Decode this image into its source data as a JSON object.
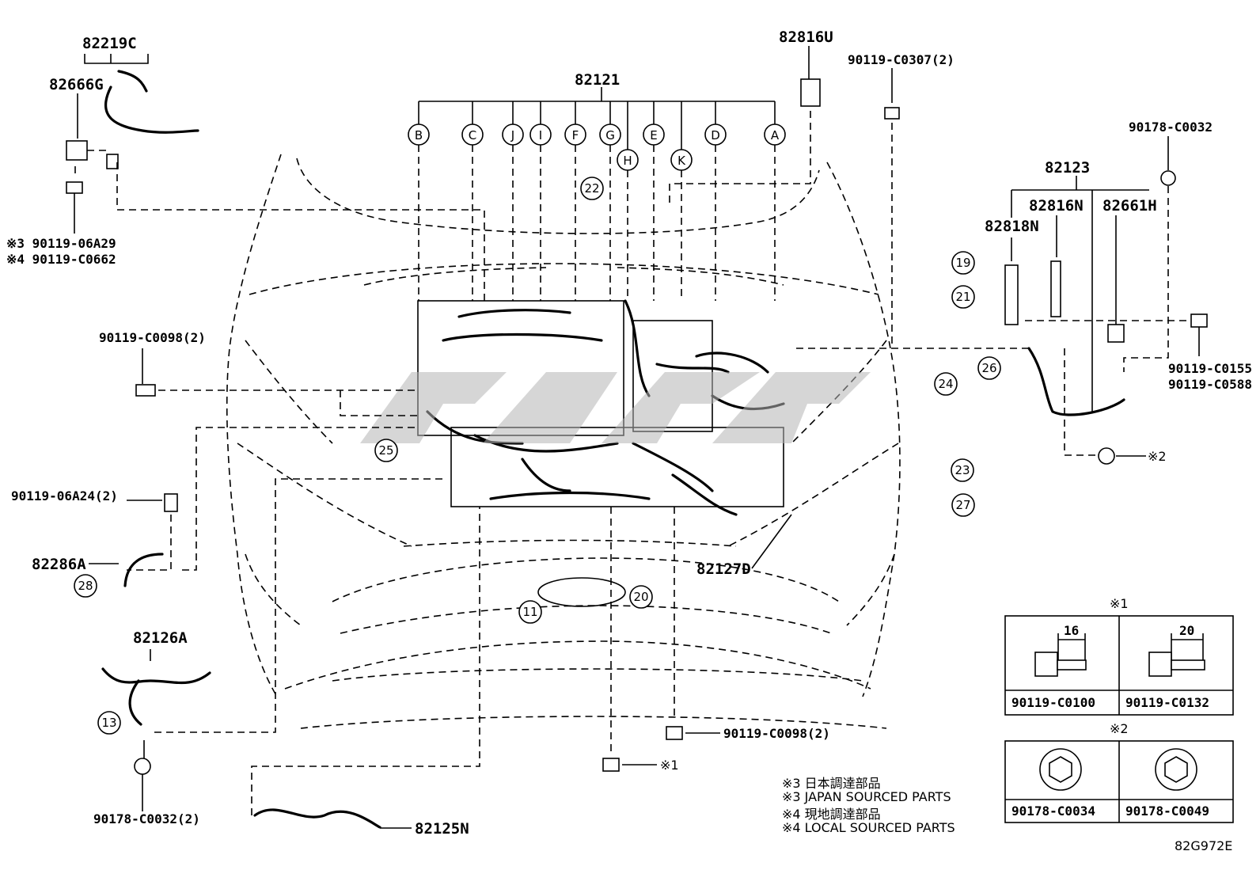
{
  "title": "",
  "diagram_code": "82G972E",
  "part_numbers": {
    "p82219C": "82219C",
    "p82666G": "82666G",
    "p90119_06A29": "※3 90119-06A29",
    "p90119_C0662": "※4 90119-C0662",
    "p82121": "82121",
    "p82816U": "82816U",
    "p90119_C0307": "90119-C0307(2)",
    "p90178_C0032": "90178-C0032",
    "p82123": "82123",
    "p82816N": "82816N",
    "p82661H": "82661H",
    "p82818N": "82818N",
    "p90119_C0155": "90119-C0155",
    "p90119_C0588": "90119-C0588",
    "p90119_C0098_top": "90119-C0098(2)",
    "p90119_06A24": "90119-06A24(2)",
    "p82286A": "82286A",
    "p82126A": "82126A",
    "p82127D": "82127D",
    "p90119_C0098_bottom": "90119-C0098(2)",
    "p90178_C0032_2": "90178-C0032(2)",
    "p82125N": "82125N",
    "note_ref2": "※2",
    "note_ref1": "※1"
  },
  "connector_letters": [
    "B",
    "C",
    "J",
    "I",
    "F",
    "G",
    "H",
    "E",
    "K",
    "D",
    "A"
  ],
  "callouts": [
    "19",
    "21",
    "22",
    "24",
    "25",
    "23",
    "27",
    "20",
    "11",
    "26",
    "28",
    "13"
  ],
  "notes": {
    "n3_jp": "※3 日本調達部品",
    "n3_en": "※3 JAPAN SOURCED PARTS",
    "n4_jp": "※4 現地調達部品",
    "n4_en": "※4 LOCAL SOURCED PARTS"
  },
  "detail_table_1": {
    "header": "※1",
    "cols": [
      {
        "dim": "16",
        "part": "90119-C0100"
      },
      {
        "dim": "20",
        "part": "90119-C0132"
      }
    ]
  },
  "detail_table_2": {
    "header": "※2",
    "cols": [
      {
        "part": "90178-C0034"
      },
      {
        "part": "90178-C0049"
      }
    ]
  },
  "colors": {
    "line": "#000000",
    "watermark": "#b5b5b5"
  }
}
